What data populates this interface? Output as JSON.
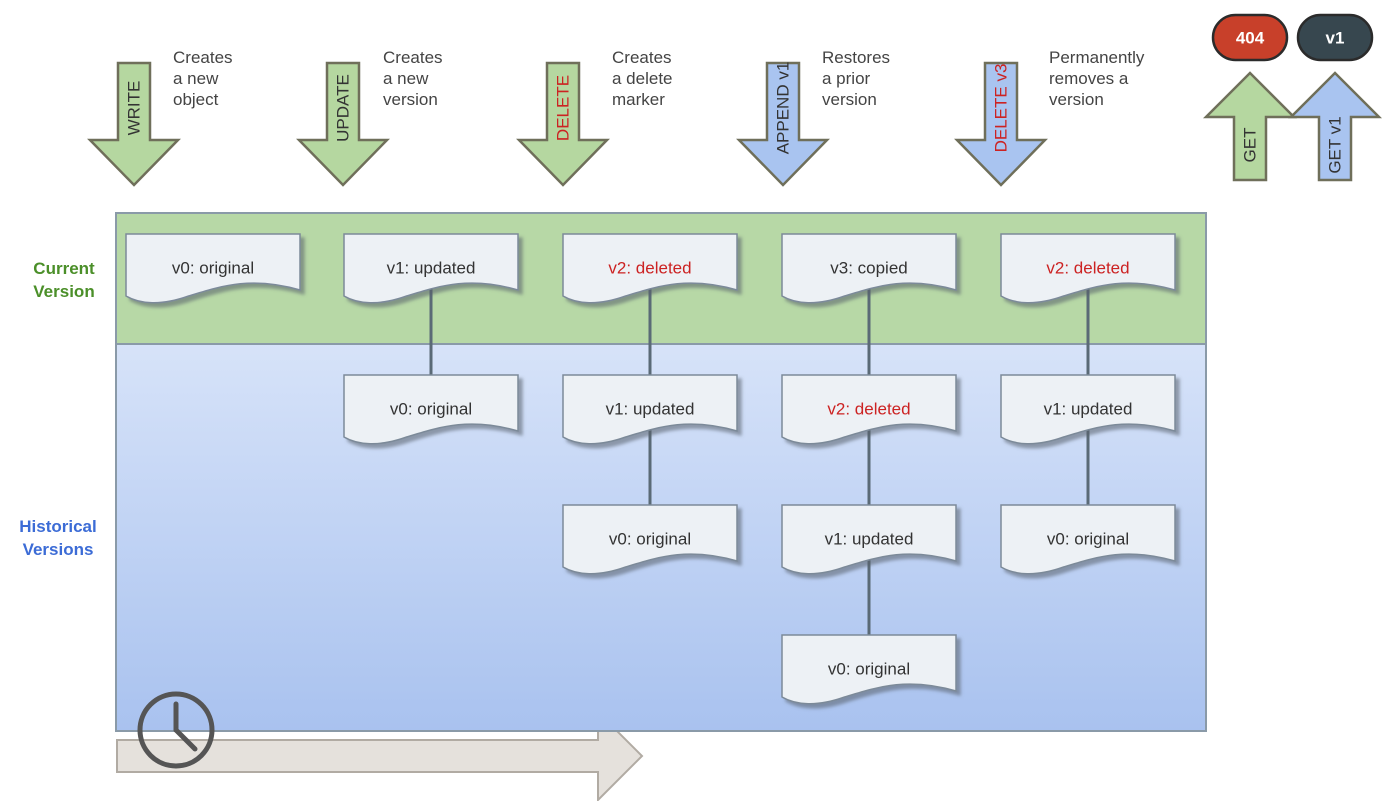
{
  "operations": [
    {
      "label": "WRITE",
      "description": "Creates\na new\nobject",
      "kind": "green",
      "label_color": "#333333"
    },
    {
      "label": "UPDATE",
      "description": "Creates\na new\nversion",
      "kind": "green",
      "label_color": "#333333"
    },
    {
      "label": "DELETE",
      "description": "Creates\na delete\nmarker",
      "kind": "green",
      "label_color": "#cc2222"
    },
    {
      "label": "APPEND v1",
      "description": "Restores\na prior\nversion",
      "kind": "blue",
      "label_color": "#333333"
    },
    {
      "label": "DELETE v3",
      "description": "Permanently\nremoves a\nversion",
      "kind": "blue",
      "label_color": "#cc2222"
    }
  ],
  "get_requests": [
    {
      "label": "GET",
      "result": "404",
      "kind": "green",
      "badge_color": "#c8402a"
    },
    {
      "label": "GET v1",
      "result": "v1",
      "kind": "blue",
      "badge_color": "#37474f"
    }
  ],
  "row_labels": {
    "current": "Current\nVersion",
    "historical": "Historical\nVersions"
  },
  "columns": [
    {
      "versions": [
        {
          "text": "v0: original",
          "deleted": false
        }
      ]
    },
    {
      "versions": [
        {
          "text": "v1: updated",
          "deleted": false
        },
        {
          "text": "v0: original",
          "deleted": false
        }
      ]
    },
    {
      "versions": [
        {
          "text": "v2: deleted",
          "deleted": true
        },
        {
          "text": "v1: updated",
          "deleted": false
        },
        {
          "text": "v0: original",
          "deleted": false
        }
      ]
    },
    {
      "versions": [
        {
          "text": "v3: copied",
          "deleted": false
        },
        {
          "text": "v2: deleted",
          "deleted": true
        },
        {
          "text": "v1: updated",
          "deleted": false
        },
        {
          "text": "v0: original",
          "deleted": false
        }
      ]
    },
    {
      "versions": [
        {
          "text": "v2: deleted",
          "deleted": true
        },
        {
          "text": "v1: updated",
          "deleted": false
        },
        {
          "text": "v0: original",
          "deleted": false
        }
      ]
    }
  ],
  "icons": {
    "timeline": "clock-icon",
    "time_direction": "arrow-right-icon"
  },
  "colors": {
    "green_fill": "#b5d7a0",
    "green_stroke": "#6f6f5a",
    "blue_fill": "#a9c4f0",
    "blue_stroke": "#6f6f5a",
    "current_band": "#b7d8a6",
    "current_label": "#4b8f29",
    "historical_label": "#3c6cd6",
    "deleted_text": "#cc2222",
    "normal_text": "#333333",
    "doc_fill": "#edf1f5",
    "doc_stroke": "#7c8a99",
    "connector": "#5a6a76"
  }
}
